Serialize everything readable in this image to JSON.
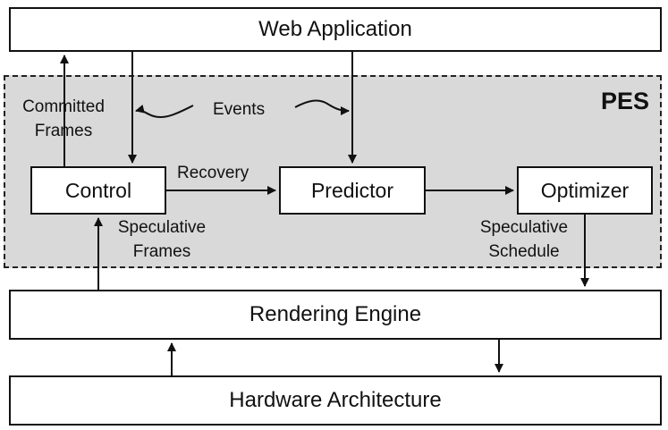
{
  "boxes": {
    "web_application": "Web Application",
    "control": "Control",
    "predictor": "Predictor",
    "optimizer": "Optimizer",
    "rendering_engine": "Rendering Engine",
    "hardware_architecture": "Hardware Architecture"
  },
  "region": {
    "title": "PES"
  },
  "labels": {
    "committed_frames_1": "Committed",
    "committed_frames_2": "Frames",
    "events": "Events",
    "recovery": "Recovery",
    "speculative_frames_1": "Speculative",
    "speculative_frames_2": "Frames",
    "speculative_schedule_1": "Speculative",
    "speculative_schedule_2": "Schedule"
  }
}
